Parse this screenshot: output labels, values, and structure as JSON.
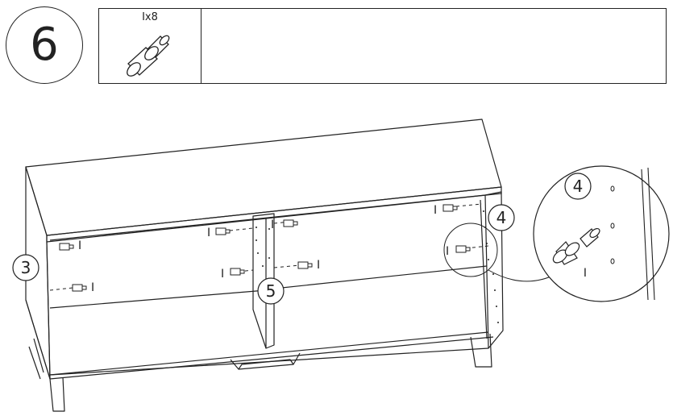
{
  "step": {
    "number": "6"
  },
  "parts": {
    "quantity_label": "Ix8",
    "icon": "dowel-pin-icon"
  },
  "callouts": {
    "left_side_panel": "3",
    "right_side_panel": "4",
    "middle_divider": "5",
    "detail_panel": "4"
  },
  "pin_label": "I",
  "pin_labels": [
    "I",
    "I",
    "I",
    "I",
    "I",
    "I",
    "I",
    "I"
  ],
  "detail": {
    "pin_label": "I"
  }
}
